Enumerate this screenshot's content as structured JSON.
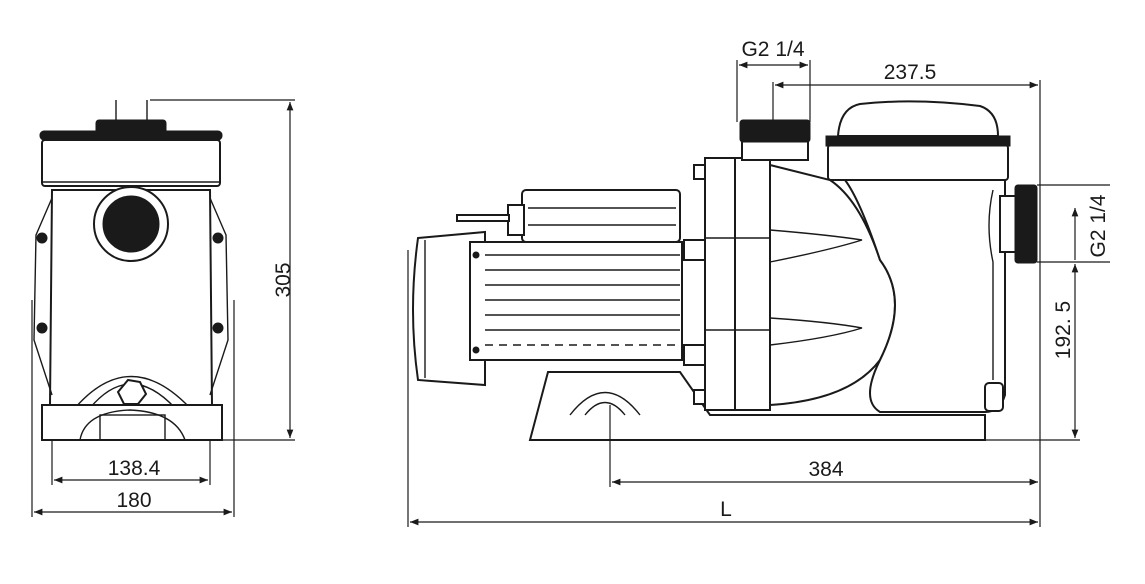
{
  "title": "Pool pump dimension drawing",
  "colors": {
    "line": "#1a1a1a",
    "background": "#ffffff"
  },
  "front_view": {
    "height_label": "305",
    "base_inner_width_label": "138.4",
    "base_outer_width_label": "180"
  },
  "side_view": {
    "top_port_label": "G2 1/4",
    "top_port_to_end_label": "237.5",
    "side_port_label": "G2 1/4",
    "side_port_height_label": "192. 5",
    "base_to_end_label": "384",
    "overall_length_label": "L"
  }
}
